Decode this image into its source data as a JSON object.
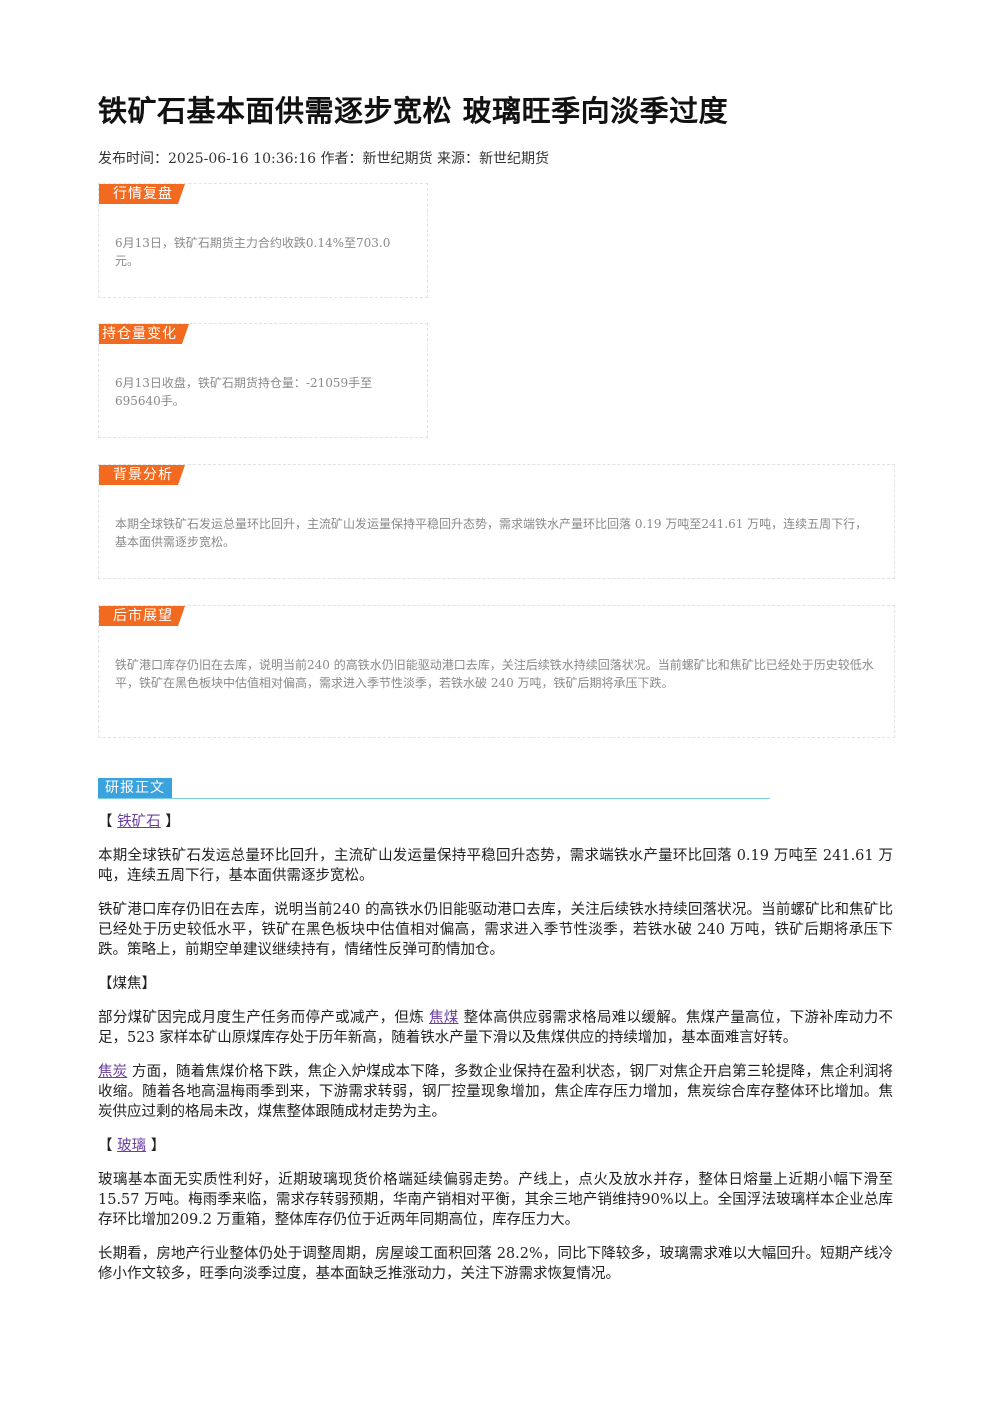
{
  "article": {
    "title": "铁矿石基本面供需逐步宽松 玻璃旺季向淡季过度",
    "meta": "发布时间：2025-06-16 10:36:16 作者：新世纪期货 来源：新世纪期货"
  },
  "summary": [
    {
      "tag": "行情复盘",
      "text": "6月13日，铁矿石期货主力合约收跌0.14%至703.0元。"
    },
    {
      "tag": "持仓量变化",
      "text": "6月13日收盘，铁矿石期货持仓量：-21059手至695640手。"
    },
    {
      "tag": "背景分析",
      "text": "本期全球铁矿石发运总量环比回升，主流矿山发运量保持平稳回升态势，需求端铁水产量环比回落 0.19 万吨至241.61 万吨，连续五周下行，基本面供需逐步宽松。"
    },
    {
      "tag": "后市展望",
      "text": "铁矿港口库存仍旧在去库，说明当前240 的高铁水仍旧能驱动港口去库，关注后续铁水持续回落状况。当前螺矿比和焦矿比已经处于历史较低水平，铁矿在黑色板块中估值相对偏高，需求进入季节性淡季，若铁水破 240 万吨，铁矿后期将承压下跌。"
    }
  ],
  "report": {
    "section_label": "研报正文",
    "iron": {
      "open": "【",
      "link": "铁矿石",
      "close": "】",
      "p1": "本期全球铁矿石发运总量环比回升，主流矿山发运量保持平稳回升态势，需求端铁水产量环比回落 0.19 万吨至 241.61 万吨，连续五周下行，基本面供需逐步宽松。",
      "p2": "铁矿港口库存仍旧在去库，说明当前240 的高铁水仍旧能驱动港口去库，关注后续铁水持续回落状况。当前螺矿比和焦矿比已经处于历史较低水平，铁矿在黑色板块中估值相对偏高，需求进入季节性淡季，若铁水破 240 万吨，铁矿后期将承压下跌。策略上，前期空单建议继续持有，情绪性反弹可酌情加仓。"
    },
    "coke": {
      "heading": "【煤焦】",
      "p1_pre": "部分煤矿因完成月度生产任务而停产或减产，但炼",
      "p1_link": "焦煤",
      "p1_post": "整体高供应弱需求格局难以缓解。焦煤产量高位，下游补库动力不足，523 家样本矿山原煤库存处于历年新高，随着铁水产量下滑以及焦煤供应的持续增加，基本面难言好转。",
      "p2_link": "焦炭",
      "p2_post": "方面，随着焦煤价格下跌，焦企入炉煤成本下降，多数企业保持在盈利状态，钢厂对焦企开启第三轮提降，焦企利润将收缩。随着各地高温梅雨季到来，下游需求转弱，钢厂控量现象增加，焦企库存压力增加，焦炭综合库存整体环比增加。焦炭供应过剩的格局未改，煤焦整体跟随成材走势为主。"
    },
    "glass": {
      "open": "【",
      "link": "玻璃",
      "close": "】",
      "p1": "玻璃基本面无实质性利好，近期玻璃现货价格端延续偏弱走势。产线上，点火及放水并存，整体日熔量上近期小幅下滑至15.57 万吨。梅雨季来临，需求存转弱预期，华南产销相对平衡，其余三地产销维持90%以上。全国浮法玻璃样本企业总库存环比增加209.2 万重箱，整体库存仍位于近两年同期高位，库存压力大。",
      "p2": "长期看，房地产行业整体仍处于调整周期，房屋竣工面积回落 28.2%，同比下降较多，玻璃需求难以大幅回升。短期产线冷修小作文较多，旺季向淡季过度，基本面缺乏推涨动力，关注下游需求恢复情况。"
    }
  }
}
